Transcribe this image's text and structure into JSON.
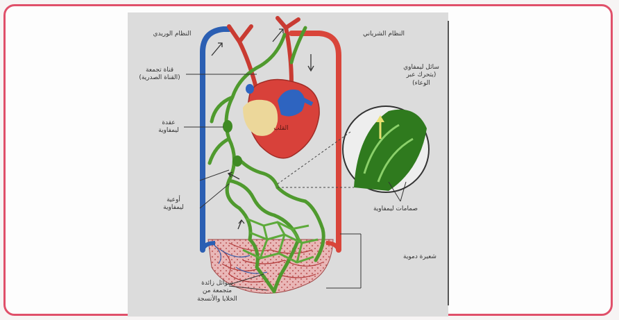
{
  "figure": {
    "labels": {
      "venous_system": "النظام الوريدي",
      "arterial_system": "النظام الشرياني",
      "thoracic_duct": "قناة تجمعة\n(القناة الصدرية)",
      "lymph_fluid": "سائل ليمفاوي\n(يتحرك عبر\nالوعاء)",
      "lymph_node": "عقدة\nليمفاوية",
      "heart": "القلب",
      "lymph_vessels": "أوعية\nليمفاوية",
      "lymph_valves": "صمامات ليمفاوية",
      "capillary_bed": "شعيرة دموية",
      "excess_fluid": "سوائل زائدة\nمتجمعة من\nالخلايا والأنسجة"
    }
  },
  "colors": {
    "card_border": "#e0506a",
    "panel_bg": "#dcdcdc",
    "vein": "#2b5fb3",
    "artery": "#d9453a",
    "lymph": "#4f9a2e",
    "heart": "#d8413a",
    "fat": "#ecd79a"
  }
}
